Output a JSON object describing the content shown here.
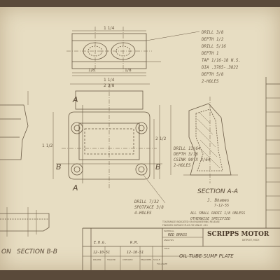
{
  "top_view": {
    "notes": [
      "DRILL 3/8",
      "DEPTH 1/2",
      "DRILL 5/16",
      "DEPTH 1",
      "TAP 1/16-18 N.S.",
      "DIA .3785-.3822",
      "DEPTH 5/8",
      "2-HOLES"
    ],
    "dims": [
      "1 1/4",
      "1/8",
      "1/8",
      "1 1/4"
    ]
  },
  "plan_view": {
    "label_a_top": "A",
    "label_a_bottom": "A",
    "label_b_left": "B",
    "label_b_right": "B",
    "dims": [
      "2 3/8",
      "1 1/2",
      "2 1/2"
    ]
  },
  "section_aa": {
    "title": "SECTION A-A",
    "drill_notes": [
      "DRILL 11/64",
      "DEPTH 3/16",
      "CSINK 90°X 3/64",
      "2-HOLES"
    ],
    "signature": "J. Bhames",
    "sig_date": "7-12-55",
    "radius_note": [
      "ALL SMALL RADII 1/8 UNLESS",
      "OTHERWISE SPECIFIED"
    ]
  },
  "section_bb": {
    "title": "SECTION B-B",
    "prefix": "ON"
  },
  "bottom_notes": [
    "DRILL 7/32",
    "SPOTFACE 3/8",
    "4-HOLES"
  ],
  "tolerance_note": [
    "TOLERANCE INDICATED ON ENGINEERING RELEASE",
    "FINISHED SURFACE PLUS OR MINUS .010"
  ],
  "title_block": {
    "company": "SCRIPPS MOTOR",
    "city": "DETROIT, MICH",
    "material_label": "MATERIAL",
    "material_value": "RED BRASS",
    "analysis_label": "ANALYSIS",
    "drawn_by": "E.H.G.",
    "traced_by": "",
    "checked_by": "R.M.",
    "drawn_date": "12-10-51",
    "checked_date": "12-10-51",
    "col_labels": [
      "DRAWN",
      "TRACED",
      "CHECKED",
      "ENGINEER",
      "SCALE",
      "FULL SIZE"
    ],
    "title_label": "TITLE",
    "title_value": "OIL TUBE SUMP PLATE"
  },
  "colors": {
    "paper": "#e7ddc2",
    "ink": "#6a5a45",
    "bg": "#5a4a3a"
  }
}
